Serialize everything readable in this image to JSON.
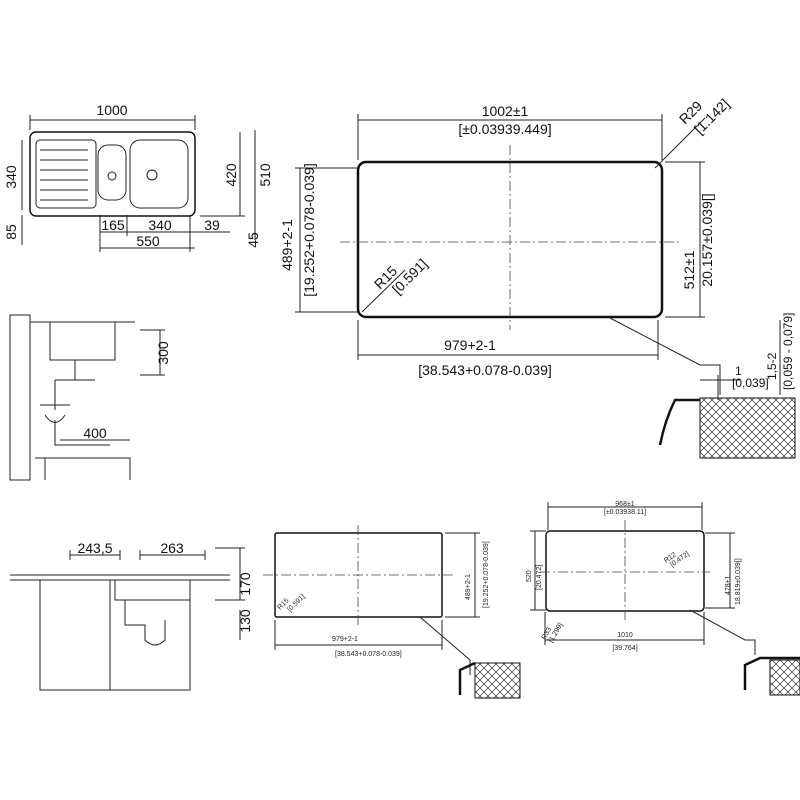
{
  "plan": {
    "width": "1000",
    "left_a": "340",
    "left_b": "85",
    "right_a": "420",
    "right_b": "510",
    "right_c": "39",
    "right_d": "45",
    "bottom_a": "165",
    "bottom_b": "340",
    "bottom_c": "550"
  },
  "side": {
    "height": "300",
    "depth": "400"
  },
  "cutout": {
    "top": "1002±1",
    "top_in": "[±0.03939.449]",
    "r_corner": "R29",
    "r_corner_in": "[1.142]",
    "left": "489+2-1",
    "left_in": "[19.252+0.078-0.039]",
    "r_inner": "R15",
    "r_inner_in": "[0.591]",
    "right": "512±1",
    "right_in": "20.157±0.039[]",
    "bottom": "979+2-1",
    "bottom_in": "[38.543+0.078-0.039]",
    "gap": "1",
    "gap_in": "[0,039]",
    "depth": "1,5-2",
    "depth_in": "[0,059 - 0,079]"
  },
  "front": {
    "a": "243,5",
    "b": "263",
    "h1": "170",
    "h2": "130"
  },
  "cutout2": {
    "bottom": "979+2-1",
    "bottom_in": "[38.543+0.078-0.039]",
    "right": "489+2-1",
    "right_in": "[19.252+0.078-0.039]",
    "r": "R15",
    "r_in": "[0.591]"
  },
  "cutout3": {
    "top": "968±1",
    "top_in": "[±0.03938.11]",
    "left": "520",
    "left_in": "[20.472]",
    "r": "R12",
    "r_in": "[0.472]",
    "right": "478±1",
    "right_in": "18.819±0.039[]",
    "r2": "R33",
    "r2_in": "[1.299]",
    "bottom": "1010",
    "bottom_in": "[39.764]"
  }
}
